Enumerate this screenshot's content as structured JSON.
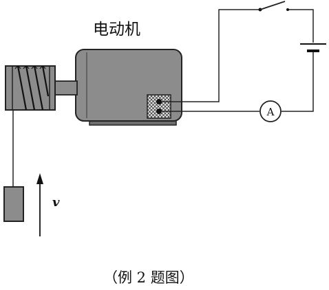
{
  "figure": {
    "motor_label": "电动机",
    "ammeter_label": "A",
    "velocity_label": "v",
    "caption": "（例 2 题图）"
  },
  "colors": {
    "body_gray": "#8c8c8c",
    "dark_gray": "#6e6e6e",
    "line": "#222222",
    "background": "#ffffff"
  },
  "icons": [
    "motor",
    "pulley-drum",
    "hanging-block",
    "switch",
    "battery",
    "ammeter",
    "terminal-block",
    "velocity-arrow"
  ]
}
